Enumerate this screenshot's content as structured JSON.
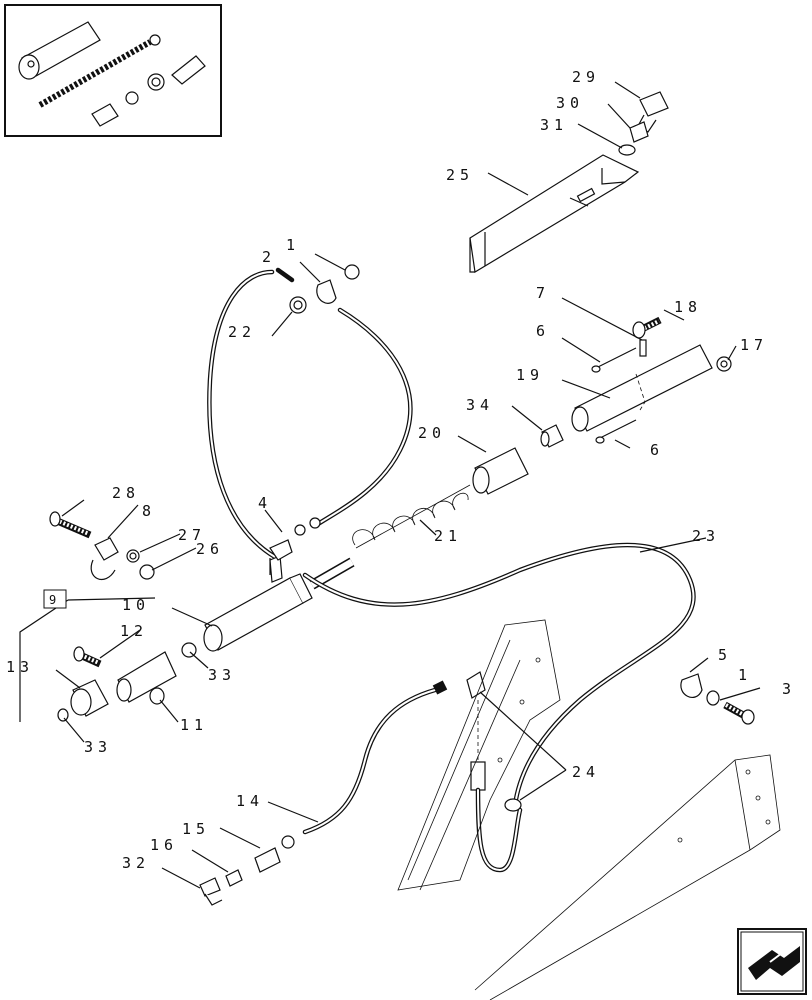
{
  "labels": {
    "l1a": "1",
    "l1b": "1",
    "l2": "2",
    "l3": "3",
    "l4": "4",
    "l5": "5",
    "l6a": "6",
    "l6b": "6",
    "l7": "7",
    "l8": "8",
    "l9": "9",
    "l10": "10",
    "l11": "11",
    "l12": "12",
    "l13": "13",
    "l14": "14",
    "l15": "15",
    "l16": "16",
    "l17": "17",
    "l18": "18",
    "l19": "19",
    "l20": "20",
    "l21": "21",
    "l22": "22",
    "l23": "23",
    "l24": "24",
    "l25": "25",
    "l26": "26",
    "l27": "27",
    "l28": "28",
    "l29": "29",
    "l30": "30",
    "l31": "31",
    "l32": "32",
    "l33a": "33",
    "l33b": "33",
    "l34": "34"
  },
  "icons": {
    "nav": "arrow-icon"
  }
}
